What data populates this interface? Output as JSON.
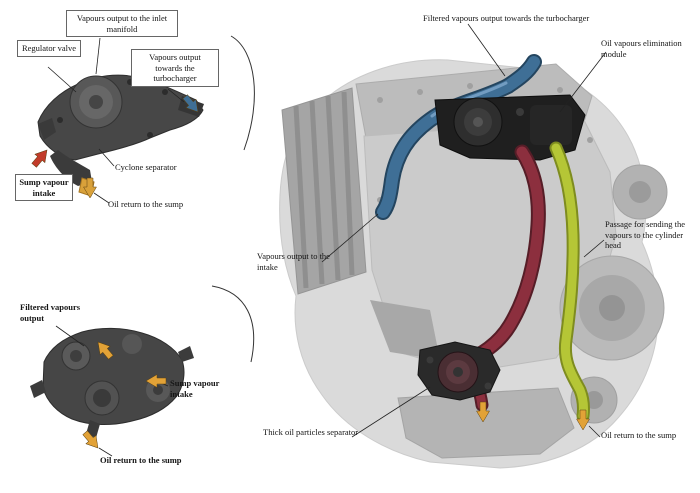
{
  "colors": {
    "hose_blue": "#3f6f96",
    "hose_red": "#8c2f3e",
    "hose_green": "#b5c636",
    "arrow_orange": "#e2a237",
    "arrow_red": "#c23b2a",
    "arrow_blue": "#3f6f96",
    "arrow_yellow": "#d9a13a"
  },
  "detail_top": {
    "inlet_manifold": "Vapours output to the inlet manifold",
    "regulator_valve": "Regulator valve",
    "turbo_output": "Vapours output towards the turbocharger",
    "cyclone_separator": "Cyclone separator",
    "sump_intake": "Sump vapour intake",
    "oil_return": "Oil return to the sump"
  },
  "detail_bottom": {
    "filtered_output": "Filtered vapours output",
    "sump_intake": "Sump vapour intake",
    "oil_return": "Oil return to the sump"
  },
  "engine_view": {
    "turbo_filtered": "Filtered vapours output towards the turbocharger",
    "elimination_module": "Oil vapours elimination module",
    "cylinder_head_passage": "Passage for sending the vapours to the cylinder head",
    "intake_output": "Vapours output to the intake",
    "thick_separator": "Thick oil particles separator",
    "oil_return": "Oil return to the sump"
  }
}
